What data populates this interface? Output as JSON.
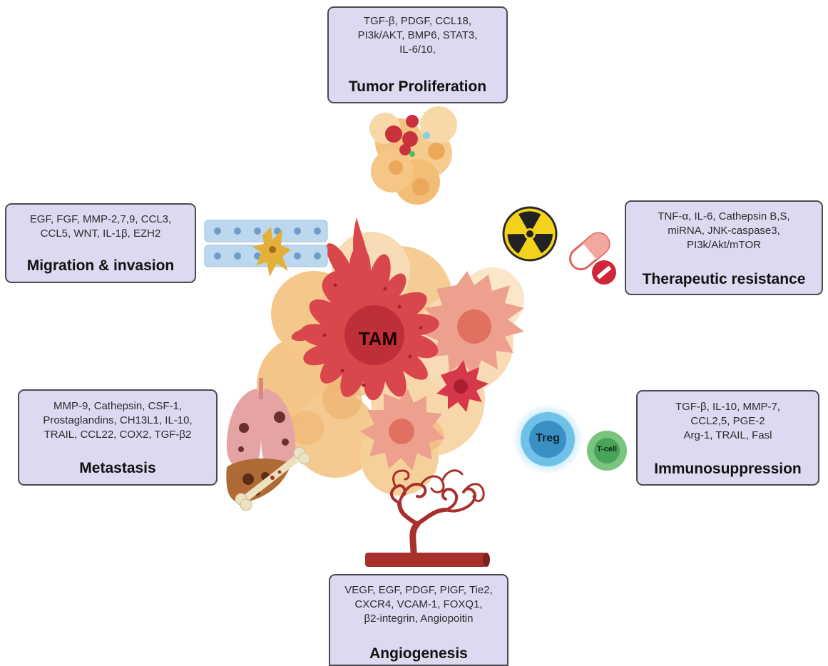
{
  "center": {
    "label": "TAM"
  },
  "cells": {
    "treg": "Treg",
    "tcell": "T-cell"
  },
  "boxes": {
    "proliferation": {
      "molecules": "TGF-β, PDGF, CCL18,\nPI3k/AKT, BMP6, STAT3,\nIL-6/10,",
      "title": "Tumor Proliferation"
    },
    "migration": {
      "molecules": "EGF, FGF, MMP-2,7,9, CCL3,\nCCL5, WNT, IL-1β, EZH2",
      "title": "Migration & invasion"
    },
    "resistance": {
      "molecules": "TNF-α, IL-6, Cathepsin B,S,\nmiRNA, JNK-caspase3,\nPI3k/Akt/mTOR",
      "title": "Therapeutic resistance"
    },
    "metastasis": {
      "molecules": "MMP-9, Cathepsin, CSF-1,\nProstaglandins, CH13L1, IL-10,\nTRAIL, CCL22, COX2, TGF-β2",
      "title": "Metastasis"
    },
    "immunosuppression": {
      "molecules": "TGF-β, IL-10, MMP-7,\nCCL2,5, PGE-2\nArg-1, TRAIL, Fasl",
      "title": "Immunosuppression"
    },
    "angiogenesis": {
      "molecules": "VEGF, EGF, PDGF, PIGF, Tie2,\nCXCR4, VCAM-1, FOXQ1,\nβ2-integrin, Angiopoitin",
      "title": "Angiogenesis"
    }
  },
  "colors": {
    "box_fill": "#dcdaf0",
    "box_border": "#4a4a52",
    "tam_red": "#d9464b",
    "tumor_orange": "#f0b666",
    "vessel_red": "#a8302c",
    "treg_blue": "#3a8fc4",
    "tcell_green": "#4aa35a",
    "radiation_yellow": "#f2d21a"
  },
  "icons": [
    "tumor-cluster-icon",
    "epithelial-layer-icon",
    "radiation-hazard-icon",
    "capsule-icon",
    "pill-tablet-icon",
    "lungs-icon",
    "liver-icon",
    "bone-icon",
    "blood-vessel-icon",
    "treg-cell-icon",
    "t-cell-icon",
    "tam-macrophage-icon"
  ]
}
